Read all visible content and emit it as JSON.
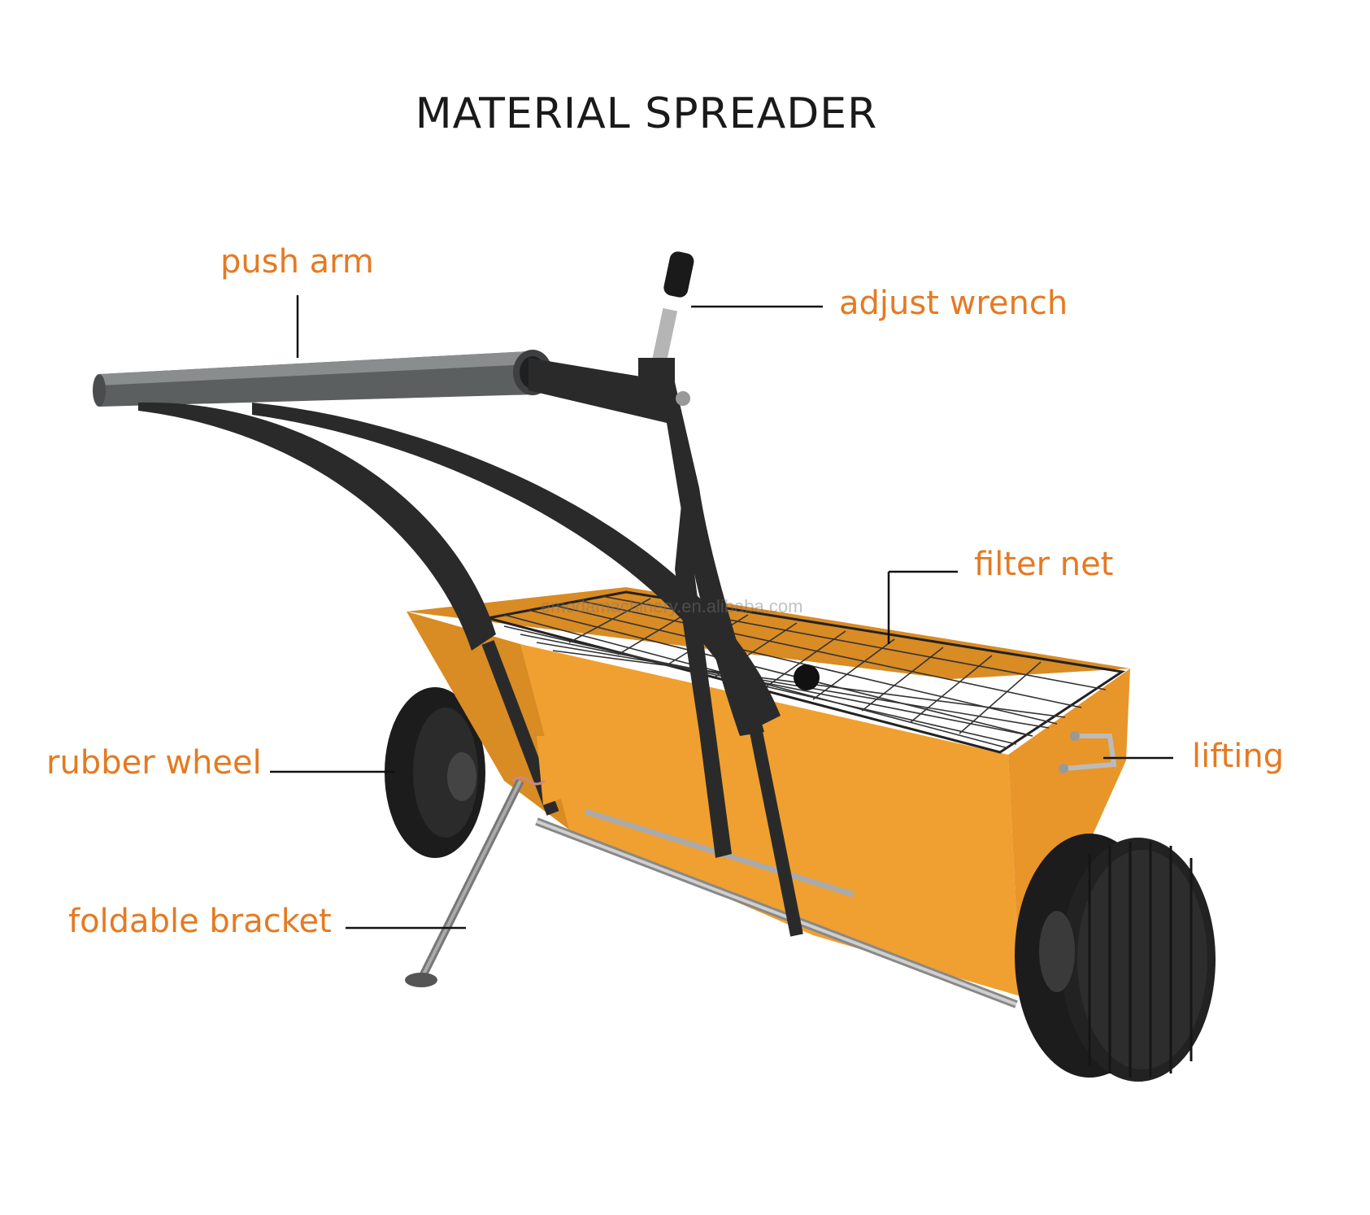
{
  "title": "MATERIAL SPREADER",
  "watermark": "emodamachinery.en.alibaba.com",
  "labels": {
    "push_arm": "push arm",
    "adjust_wrench": "adjust wrench",
    "filter_net": "filter net",
    "rubber_wheel": "rubber wheel",
    "lifting": "lifting",
    "foldable_bracket": "foldable bracket"
  },
  "colors": {
    "label": "#e57a22",
    "hopper": "#f0a030",
    "frame": "#2a2a2a",
    "tire": "#1c1c1c",
    "push_tube": "#5c5f60"
  }
}
